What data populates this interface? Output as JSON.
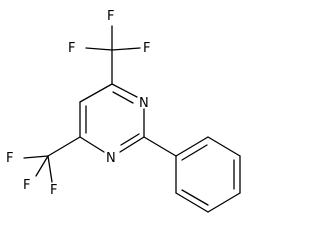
{
  "molecule": {
    "atoms": {
      "f_top_a": "F",
      "f_top_b": "F",
      "f_top_c": "F",
      "n_upper": "N",
      "n_lower": "N",
      "f_left_a": "F",
      "f_left_b": "F",
      "f_left_c": "F"
    }
  }
}
